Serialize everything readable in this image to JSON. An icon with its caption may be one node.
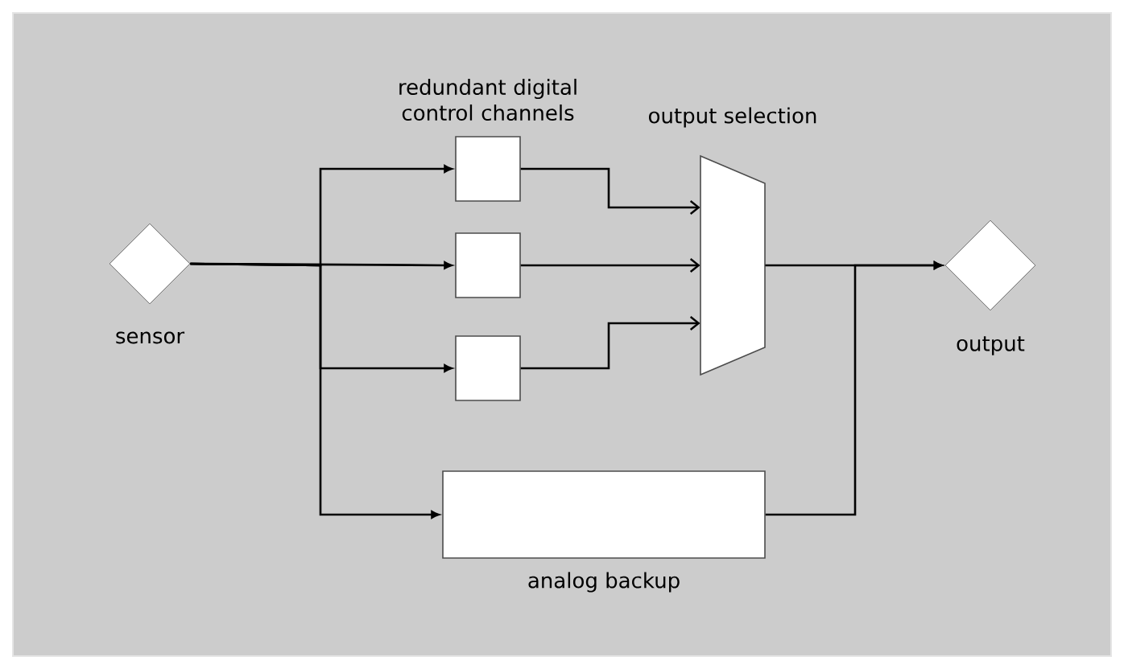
{
  "diagram": {
    "nodes": [
      {
        "text": [
          "sensor"
        ]
      },
      {
        "text": [],
        "shape": "box"
      },
      {
        "text": [],
        "shape": "box"
      },
      {
        "text": [],
        "shape": "box"
      },
      {
        "text": [
          "output selection"
        ]
      },
      {
        "text": [
          "analog backup"
        ]
      },
      {
        "text": [
          "output"
        ]
      }
    ],
    "edges": [
      {
        "from": 0,
        "to": 1,
        "arrow": "to"
      },
      {
        "from": 0,
        "to": 2,
        "arrow": "to"
      },
      {
        "from": 0,
        "to": 3,
        "arrow": "to"
      },
      {
        "from": 0,
        "to": 5,
        "arrow": "to"
      },
      {
        "from": 1,
        "to": 4,
        "arrow": "to"
      },
      {
        "from": 2,
        "to": 4,
        "arrow": "to"
      },
      {
        "from": 3,
        "to": 4,
        "arrow": "to"
      },
      {
        "from": 4,
        "to": 6,
        "arrow": "to"
      },
      {
        "from": 5,
        "to": 6,
        "arrow": "to"
      }
    ],
    "labels": [
      "redundant digital control channels"
    ]
  }
}
